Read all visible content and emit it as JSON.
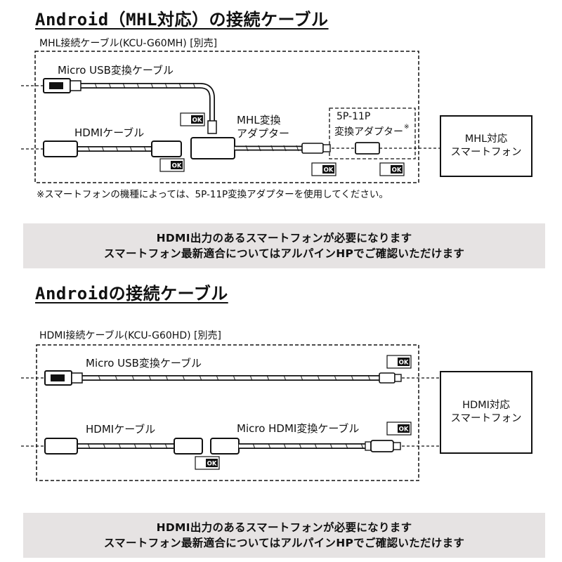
{
  "section1": {
    "title": "Android（MHL対応）の接続ケーブル",
    "kit_label": "MHL接続ケーブル(KCU-G60MH) [別売]",
    "micro_usb_label": "Micro USB変換ケーブル",
    "hdmi_label": "HDMIケーブル",
    "mhl_adapter_label_line1": "MHL変換",
    "mhl_adapter_label_line2": "アダプター",
    "adapter_5p_line1": "5P-11P",
    "adapter_5p_line2": "変換アダプター",
    "adapter_5p_mark": "※",
    "phone_line1": "MHL対応",
    "phone_line2": "スマートフォン",
    "footnote": "※スマートフォンの機種によっては、5P-11P変換アダプターを使用してください。",
    "note_line1": "HDMI出力のあるスマートフォンが必要になります",
    "note_line2": "スマートフォン最新適合についてはアルパインHPでご確認いただけます"
  },
  "section2": {
    "title": "Androidの接続ケーブル",
    "kit_label": "HDMI接続ケーブル(KCU-G60HD) [別売]",
    "micro_usb_label": "Micro USB変換ケーブル",
    "hdmi_label": "HDMIケーブル",
    "micro_hdmi_label": "Micro HDMI変換ケーブル",
    "phone_line1": "HDMI対応",
    "phone_line2": "スマートフォン",
    "note_line1": "HDMI出力のあるスマートフォンが必要になります",
    "note_line2": "スマートフォン最新適合についてはアルパインHPでご確認いただけます"
  },
  "ok_badge": "OK",
  "colors": {
    "note_bg": "#e6e3e3",
    "line": "#111111",
    "cable_fill": "#ffffff"
  }
}
